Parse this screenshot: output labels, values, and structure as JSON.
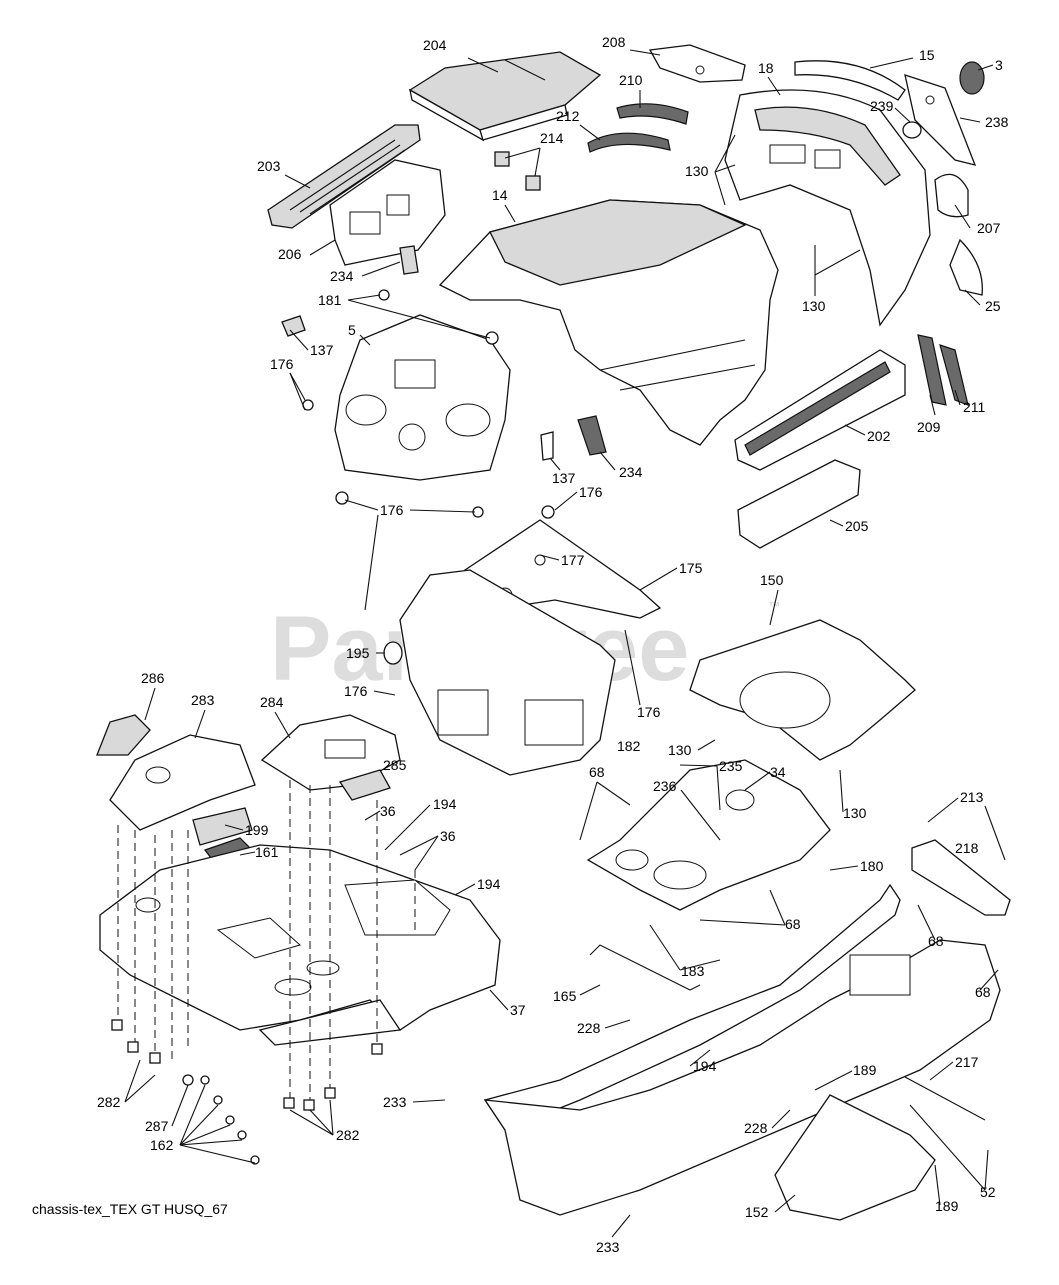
{
  "diagram": {
    "caption": "chassis-tex_TEX GT HUSQ_67",
    "watermark": "PartsTree",
    "watermark_tm": "™",
    "callouts": [
      {
        "id": "c204",
        "text": "204"
      },
      {
        "id": "c208",
        "text": "208"
      },
      {
        "id": "c15",
        "text": "15"
      },
      {
        "id": "c3",
        "text": "3"
      },
      {
        "id": "c18",
        "text": "18"
      },
      {
        "id": "c210",
        "text": "210"
      },
      {
        "id": "c212",
        "text": "212"
      },
      {
        "id": "c239",
        "text": "239"
      },
      {
        "id": "c238",
        "text": "238"
      },
      {
        "id": "c214",
        "text": "214"
      },
      {
        "id": "c203",
        "text": "203"
      },
      {
        "id": "c130a",
        "text": "130"
      },
      {
        "id": "c14",
        "text": "14"
      },
      {
        "id": "c207",
        "text": "207"
      },
      {
        "id": "c206",
        "text": "206"
      },
      {
        "id": "c234a",
        "text": "234"
      },
      {
        "id": "c130b",
        "text": "130"
      },
      {
        "id": "c25",
        "text": "25"
      },
      {
        "id": "c181",
        "text": "181"
      },
      {
        "id": "c137a",
        "text": "137"
      },
      {
        "id": "c5",
        "text": "5"
      },
      {
        "id": "c176a",
        "text": "176"
      },
      {
        "id": "c209",
        "text": "209"
      },
      {
        "id": "c211",
        "text": "211"
      },
      {
        "id": "c202",
        "text": "202"
      },
      {
        "id": "c137b",
        "text": "137"
      },
      {
        "id": "c234b",
        "text": "234"
      },
      {
        "id": "c176b",
        "text": "176"
      },
      {
        "id": "c176c",
        "text": "176"
      },
      {
        "id": "c205",
        "text": "205"
      },
      {
        "id": "c177",
        "text": "177"
      },
      {
        "id": "c175",
        "text": "175"
      },
      {
        "id": "c150",
        "text": "150"
      },
      {
        "id": "c195",
        "text": "195"
      },
      {
        "id": "c176d",
        "text": "176"
      },
      {
        "id": "c176e",
        "text": "176"
      },
      {
        "id": "c286",
        "text": "286"
      },
      {
        "id": "c283",
        "text": "283"
      },
      {
        "id": "c284",
        "text": "284"
      },
      {
        "id": "c130c",
        "text": "130"
      },
      {
        "id": "c182",
        "text": "182"
      },
      {
        "id": "c285",
        "text": "285"
      },
      {
        "id": "c68a",
        "text": "68"
      },
      {
        "id": "c235",
        "text": "235"
      },
      {
        "id": "c236",
        "text": "236"
      },
      {
        "id": "c34",
        "text": "34"
      },
      {
        "id": "c130d",
        "text": "130"
      },
      {
        "id": "c199",
        "text": "199"
      },
      {
        "id": "c36a",
        "text": "36"
      },
      {
        "id": "c194a",
        "text": "194"
      },
      {
        "id": "c36b",
        "text": "36"
      },
      {
        "id": "c213",
        "text": "213"
      },
      {
        "id": "c161",
        "text": "161"
      },
      {
        "id": "c218",
        "text": "218"
      },
      {
        "id": "c194b",
        "text": "194"
      },
      {
        "id": "c180",
        "text": "180"
      },
      {
        "id": "c68b",
        "text": "68"
      },
      {
        "id": "c68c",
        "text": "68"
      },
      {
        "id": "c183",
        "text": "183"
      },
      {
        "id": "c37",
        "text": "37"
      },
      {
        "id": "c165",
        "text": "165"
      },
      {
        "id": "c68d",
        "text": "68"
      },
      {
        "id": "c228a",
        "text": "228"
      },
      {
        "id": "c194c",
        "text": "194"
      },
      {
        "id": "c217",
        "text": "217"
      },
      {
        "id": "c189a",
        "text": "189"
      },
      {
        "id": "c282a",
        "text": "282"
      },
      {
        "id": "c287",
        "text": "287"
      },
      {
        "id": "c233a",
        "text": "233"
      },
      {
        "id": "c228b",
        "text": "228"
      },
      {
        "id": "c282b",
        "text": "282"
      },
      {
        "id": "c162",
        "text": "162"
      },
      {
        "id": "c52",
        "text": "52"
      },
      {
        "id": "c189b",
        "text": "189"
      },
      {
        "id": "c152",
        "text": "152"
      },
      {
        "id": "c233b",
        "text": "233"
      }
    ]
  }
}
